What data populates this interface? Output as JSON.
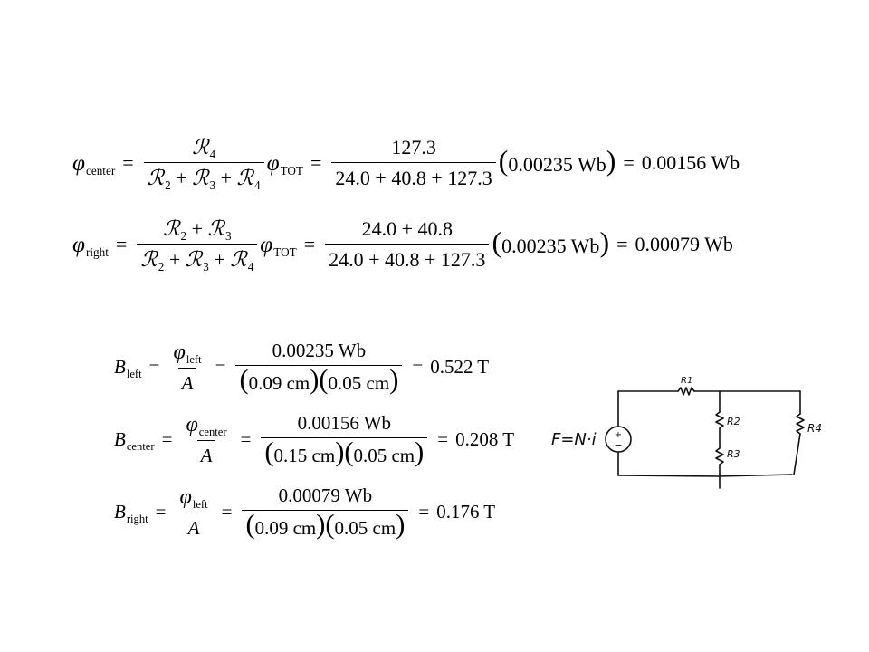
{
  "eq1": {
    "phi_sub": "center",
    "num": "4",
    "den": [
      "2",
      "3",
      "4"
    ],
    "tot_sub": "TOT",
    "value_num": "127.3",
    "value_den": "24.0 + 40.8 + 127.3",
    "flux": "0.00235 Wb",
    "result": "0.00156 Wb"
  },
  "eq2": {
    "phi_sub": "right",
    "num": [
      "2",
      "3"
    ],
    "den": [
      "2",
      "3",
      "4"
    ],
    "tot_sub": "TOT",
    "value_num": "24.0 + 40.8",
    "value_den": "24.0 + 40.8 + 127.3",
    "flux": "0.00235 Wb",
    "result": "0.00079 Wb"
  },
  "b_left": {
    "sub": "left",
    "phi_sub": "left",
    "area": "A",
    "num": "0.00235 Wb",
    "dim1": "0.09 cm",
    "dim2": "0.05 cm",
    "result": "0.522 T"
  },
  "b_center": {
    "sub": "center",
    "phi_sub": "center",
    "area": "A",
    "num": "0.00156 Wb",
    "dim1": "0.15 cm",
    "dim2": "0.05 cm",
    "result": "0.208 T"
  },
  "b_right": {
    "sub": "right",
    "phi_sub": "left",
    "area": "A",
    "num": "0.00079 Wb",
    "dim1": "0.09 cm",
    "dim2": "0.05 cm",
    "result": "0.176 T"
  },
  "circuit": {
    "source_label": "F=N·i",
    "r1": "R1",
    "r2": "R2",
    "r3": "R3",
    "r4": "R4"
  }
}
